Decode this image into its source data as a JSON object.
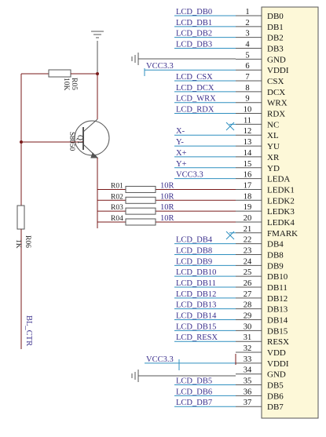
{
  "colors": {
    "wire_net": "#2f8fbf",
    "wire": "#7a1a1a",
    "connector_fill": "#fdf8d8",
    "label": "#3a2f8c"
  },
  "connector": {
    "pins": [
      {
        "num": "1",
        "name": "DB0",
        "net": "LCD_DB0"
      },
      {
        "num": "2",
        "name": "DB1",
        "net": "LCD_DB1"
      },
      {
        "num": "3",
        "name": "DB2",
        "net": "LCD_DB2"
      },
      {
        "num": "4",
        "name": "DB3",
        "net": "LCD_DB3"
      },
      {
        "num": "5",
        "name": "GND",
        "net": ""
      },
      {
        "num": "6",
        "name": "VDDI",
        "net": "VCC3.3"
      },
      {
        "num": "7",
        "name": "CSX",
        "net": "LCD_CSX"
      },
      {
        "num": "8",
        "name": "DCX",
        "net": "LCD_DCX"
      },
      {
        "num": "9",
        "name": "WRX",
        "net": "LCD_WRX"
      },
      {
        "num": "10",
        "name": "RDX",
        "net": "LCD_RDX"
      },
      {
        "num": "11",
        "name": "NC",
        "net": ""
      },
      {
        "num": "12",
        "name": "XL",
        "net": "X-"
      },
      {
        "num": "13",
        "name": "YU",
        "net": "Y-"
      },
      {
        "num": "14",
        "name": "XR",
        "net": "X+"
      },
      {
        "num": "15",
        "name": "YD",
        "net": "Y+"
      },
      {
        "num": "16",
        "name": "LEDA",
        "net": "VCC3.3"
      },
      {
        "num": "17",
        "name": "LEDK1",
        "net": "10R"
      },
      {
        "num": "18",
        "name": "LEDK2",
        "net": "10R"
      },
      {
        "num": "19",
        "name": "LEDK3",
        "net": "10R"
      },
      {
        "num": "20",
        "name": "LEDK4",
        "net": "10R"
      },
      {
        "num": "21",
        "name": "FMARK",
        "net": ""
      },
      {
        "num": "22",
        "name": "DB4",
        "net": "LCD_DB4"
      },
      {
        "num": "23",
        "name": "DB8",
        "net": "LCD_DB8"
      },
      {
        "num": "24",
        "name": "DB9",
        "net": "LCD_DB9"
      },
      {
        "num": "25",
        "name": "DB10",
        "net": "LCD_DB10"
      },
      {
        "num": "26",
        "name": "DB11",
        "net": "LCD_DB11"
      },
      {
        "num": "27",
        "name": "DB12",
        "net": "LCD_DB12"
      },
      {
        "num": "28",
        "name": "DB13",
        "net": "LCD_DB13"
      },
      {
        "num": "29",
        "name": "DB14",
        "net": "LCD_DB14"
      },
      {
        "num": "30",
        "name": "DB15",
        "net": "LCD_DB15"
      },
      {
        "num": "31",
        "name": "RESX",
        "net": "LCD_RESX"
      },
      {
        "num": "32",
        "name": "VDD",
        "net": ""
      },
      {
        "num": "33",
        "name": "VDDI",
        "net": "VCC3.3"
      },
      {
        "num": "34",
        "name": "GND",
        "net": ""
      },
      {
        "num": "35",
        "name": "DB5",
        "net": "LCD_DB5"
      },
      {
        "num": "36",
        "name": "DB6",
        "net": "LCD_DB6"
      },
      {
        "num": "37",
        "name": "DB7",
        "net": "LCD_DB7"
      }
    ]
  },
  "resistors": {
    "led": [
      {
        "ref": "R01"
      },
      {
        "ref": "R02"
      },
      {
        "ref": "R03"
      },
      {
        "ref": "R04"
      }
    ],
    "r05": {
      "ref": "R05",
      "value": "10K"
    },
    "r06": {
      "ref": "R06",
      "value": "1K"
    }
  },
  "transistor": {
    "ref": "Q1",
    "part": "S8050"
  },
  "bl_label": "BL_CTR"
}
